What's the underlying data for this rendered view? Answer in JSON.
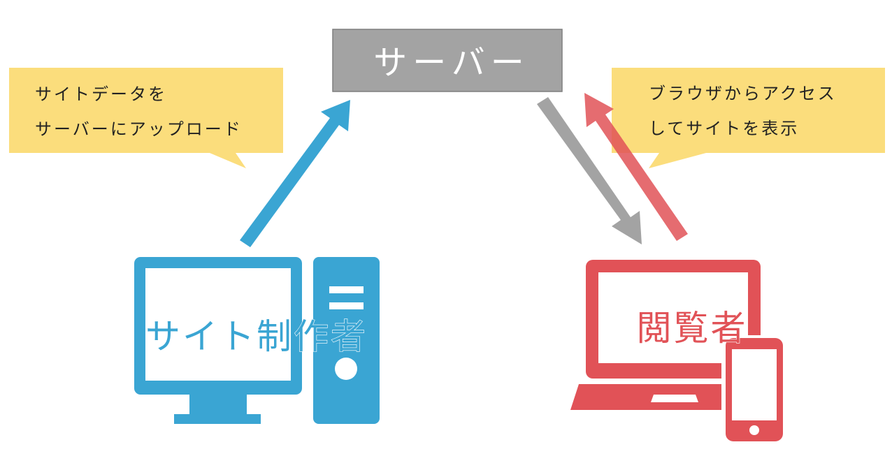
{
  "server": {
    "label": "サーバー"
  },
  "upload_bubble": {
    "line1": "サイトデータを",
    "line2": "サーバーにアップロード"
  },
  "access_bubble": {
    "line1": "ブラウザからアクセス",
    "line2": "してサイトを表示"
  },
  "creator": {
    "label": "サイト制作者"
  },
  "viewer": {
    "label": "閲覧者"
  },
  "colors": {
    "server_box": "#a3a3a3",
    "bubble": "#fbdd7c",
    "creator_blue": "#3aa5d3",
    "viewer_red": "#e15257",
    "arrow_gray": "#a3a3a3"
  },
  "icons": {
    "creator_device": "desktop-computer-icon",
    "viewer_devices": "laptop-and-smartphone-icon"
  }
}
